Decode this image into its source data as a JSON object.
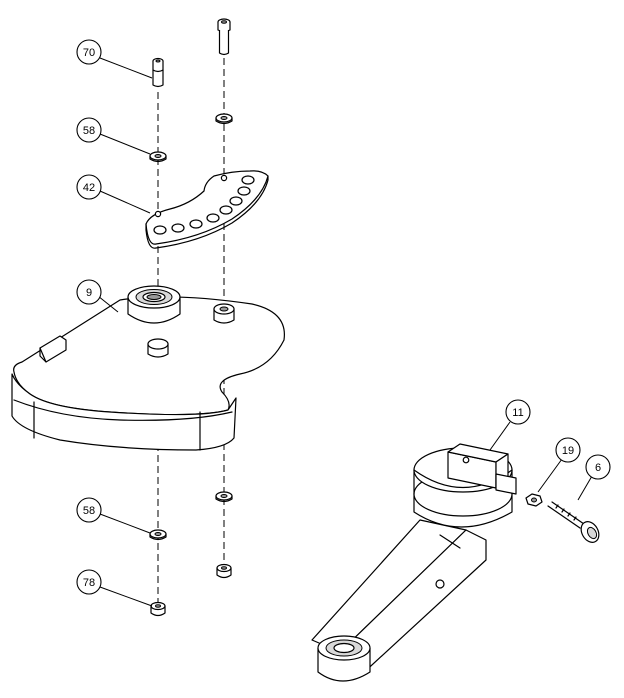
{
  "balloons": [
    {
      "id": "70",
      "label": "70"
    },
    {
      "id": "58-top",
      "label": "58"
    },
    {
      "id": "42",
      "label": "42"
    },
    {
      "id": "9",
      "label": "9"
    },
    {
      "id": "58-bottom",
      "label": "58"
    },
    {
      "id": "78",
      "label": "78"
    },
    {
      "id": "11",
      "label": "11"
    },
    {
      "id": "19",
      "label": "19"
    },
    {
      "id": "6",
      "label": "6"
    }
  ]
}
